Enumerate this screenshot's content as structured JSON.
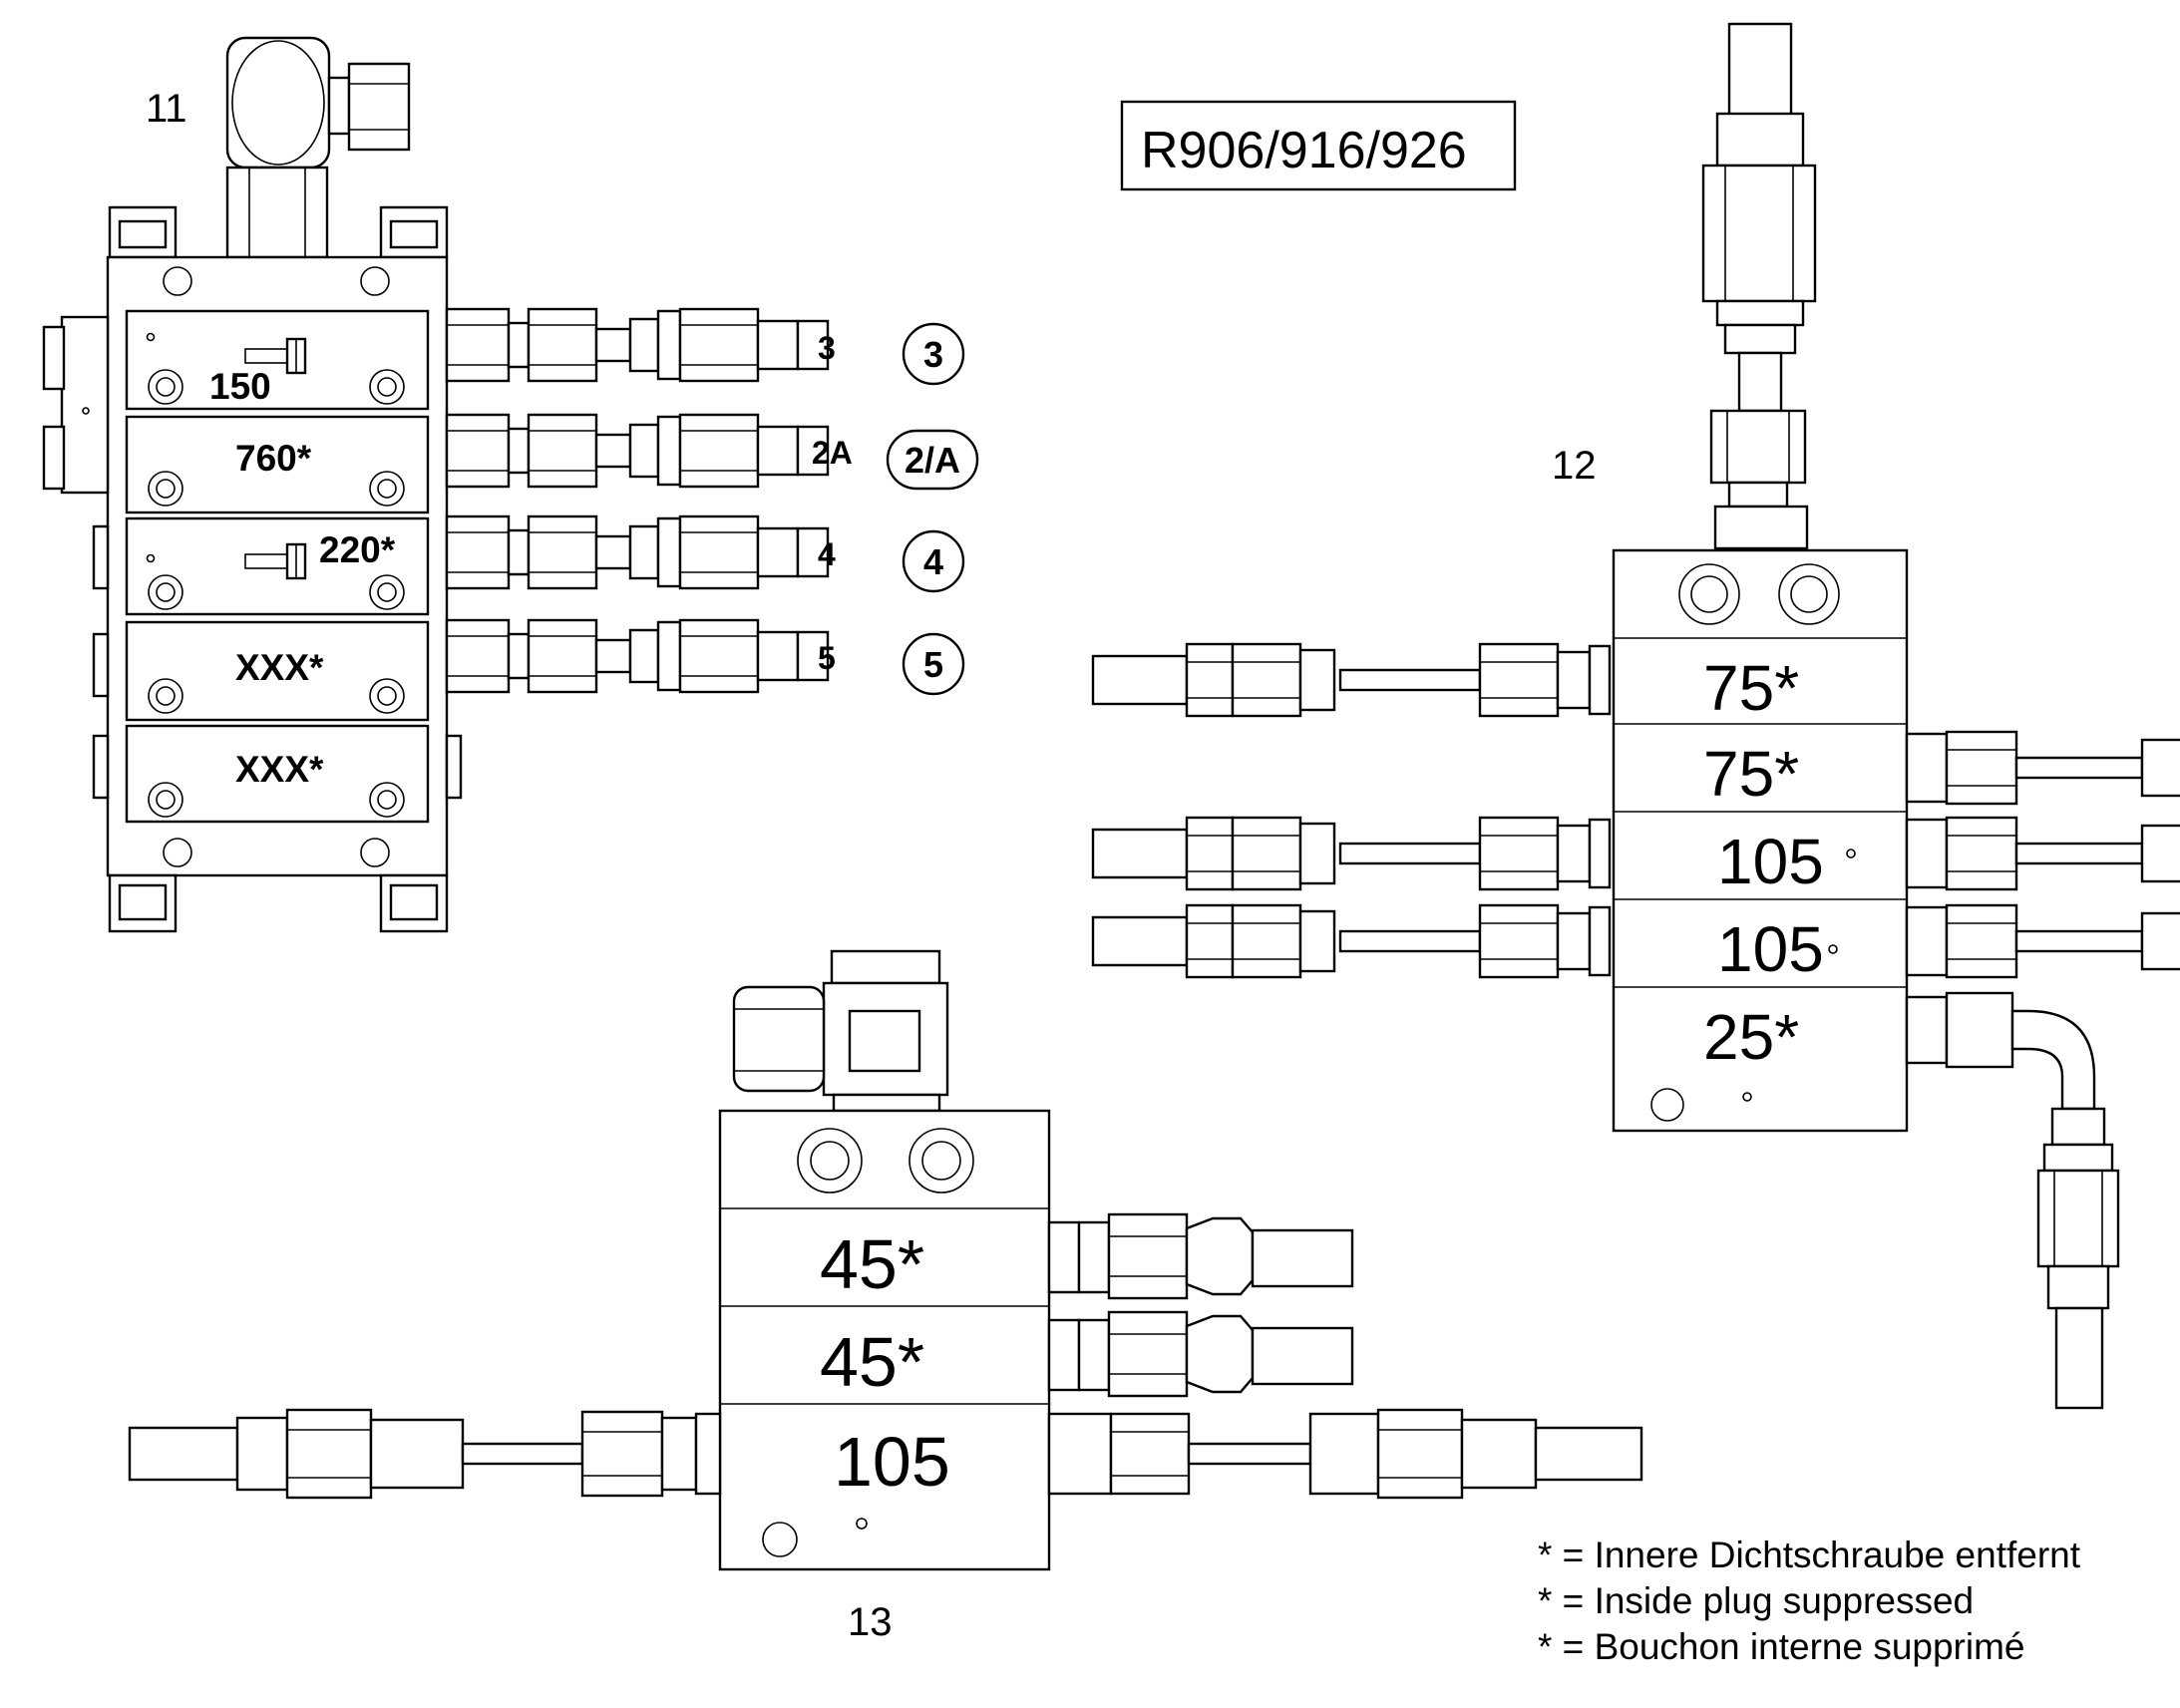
{
  "model": "R906/916/926",
  "callouts": {
    "c11": "11",
    "c12": "12",
    "c13": "13"
  },
  "block11": {
    "sections": [
      "150",
      "760*",
      "220*",
      "XXX*",
      "XXX*"
    ],
    "ports": [
      "3",
      "2A",
      "4",
      "5"
    ],
    "circled": [
      "3",
      "2/A",
      "4",
      "5"
    ]
  },
  "block12": {
    "sections": [
      "75*",
      "75*",
      "105",
      "105",
      "25*"
    ]
  },
  "block13": {
    "sections": [
      "45*",
      "45*",
      "105"
    ]
  },
  "legend": [
    "* = Innere Dichtschraube entfernt",
    "* = Inside plug suppressed",
    "* = Bouchon interne supprimé"
  ]
}
